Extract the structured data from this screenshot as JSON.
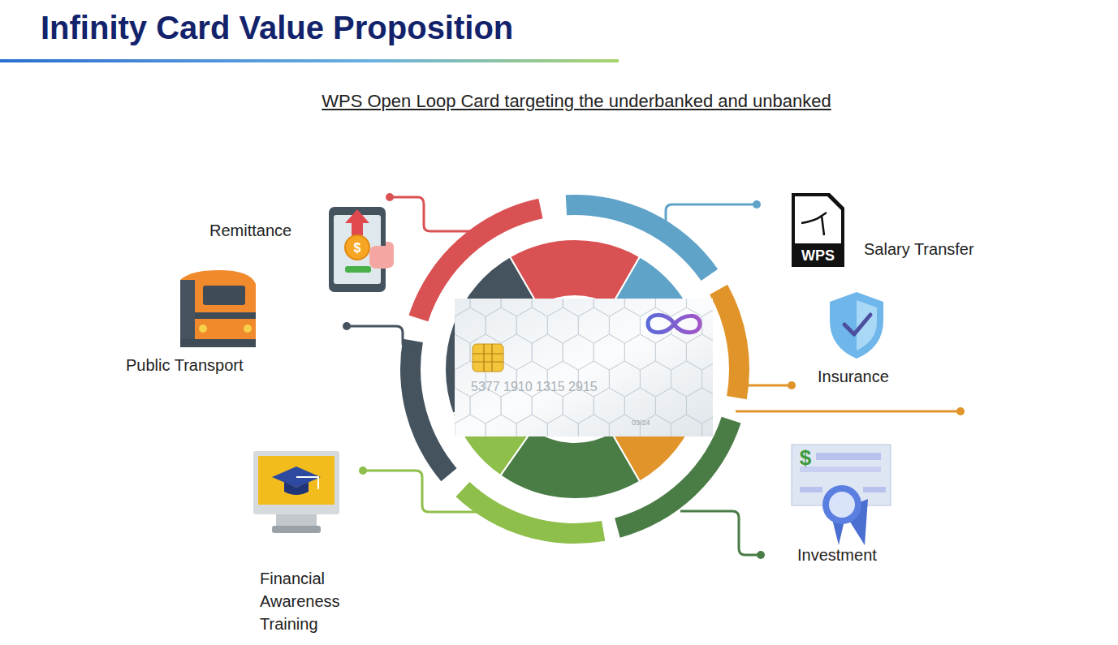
{
  "diagram": {
    "title": "Infinity Card Value Proposition",
    "labels": [
      "WPS Open Loop Card targeting the underbanked and unbanked",
      "Remittance",
      "Salary Transfer",
      "Public Transport",
      "Insurance",
      "5377 1910 1315 2915",
      "03/24",
      "WPS",
      "Financial Awareness Training",
      "Investment"
    ]
  }
}
